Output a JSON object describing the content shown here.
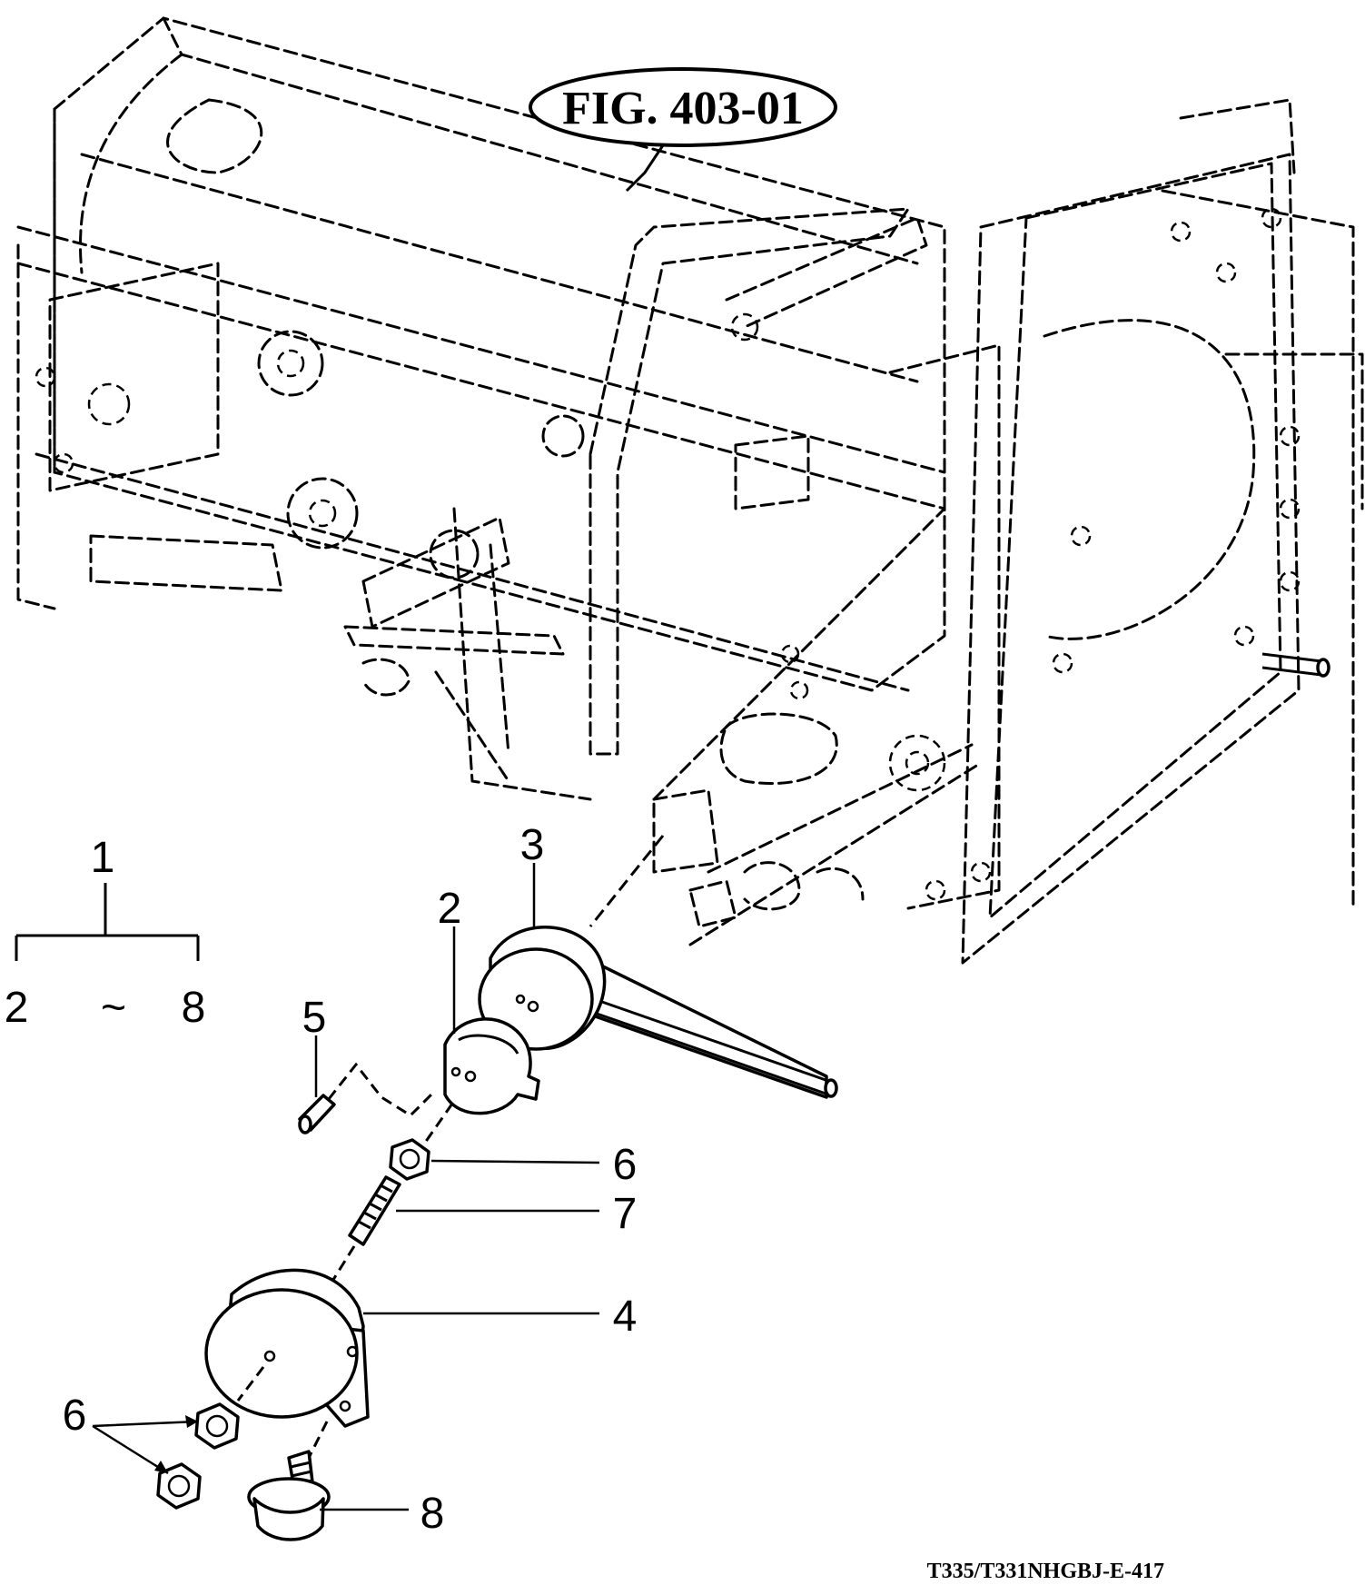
{
  "figure_reference": "FIG. 403-01",
  "assembly": {
    "parent_number": "1",
    "range_start": "2",
    "range_separator": "~",
    "range_end": "8"
  },
  "callouts": {
    "c2": "2",
    "c3": "3",
    "c4": "4",
    "c5": "5",
    "c6_upper": "6",
    "c6_lower": "6",
    "c7": "7",
    "c8": "8"
  },
  "drawing_code": "T335/T331NHGBJ-E-417"
}
